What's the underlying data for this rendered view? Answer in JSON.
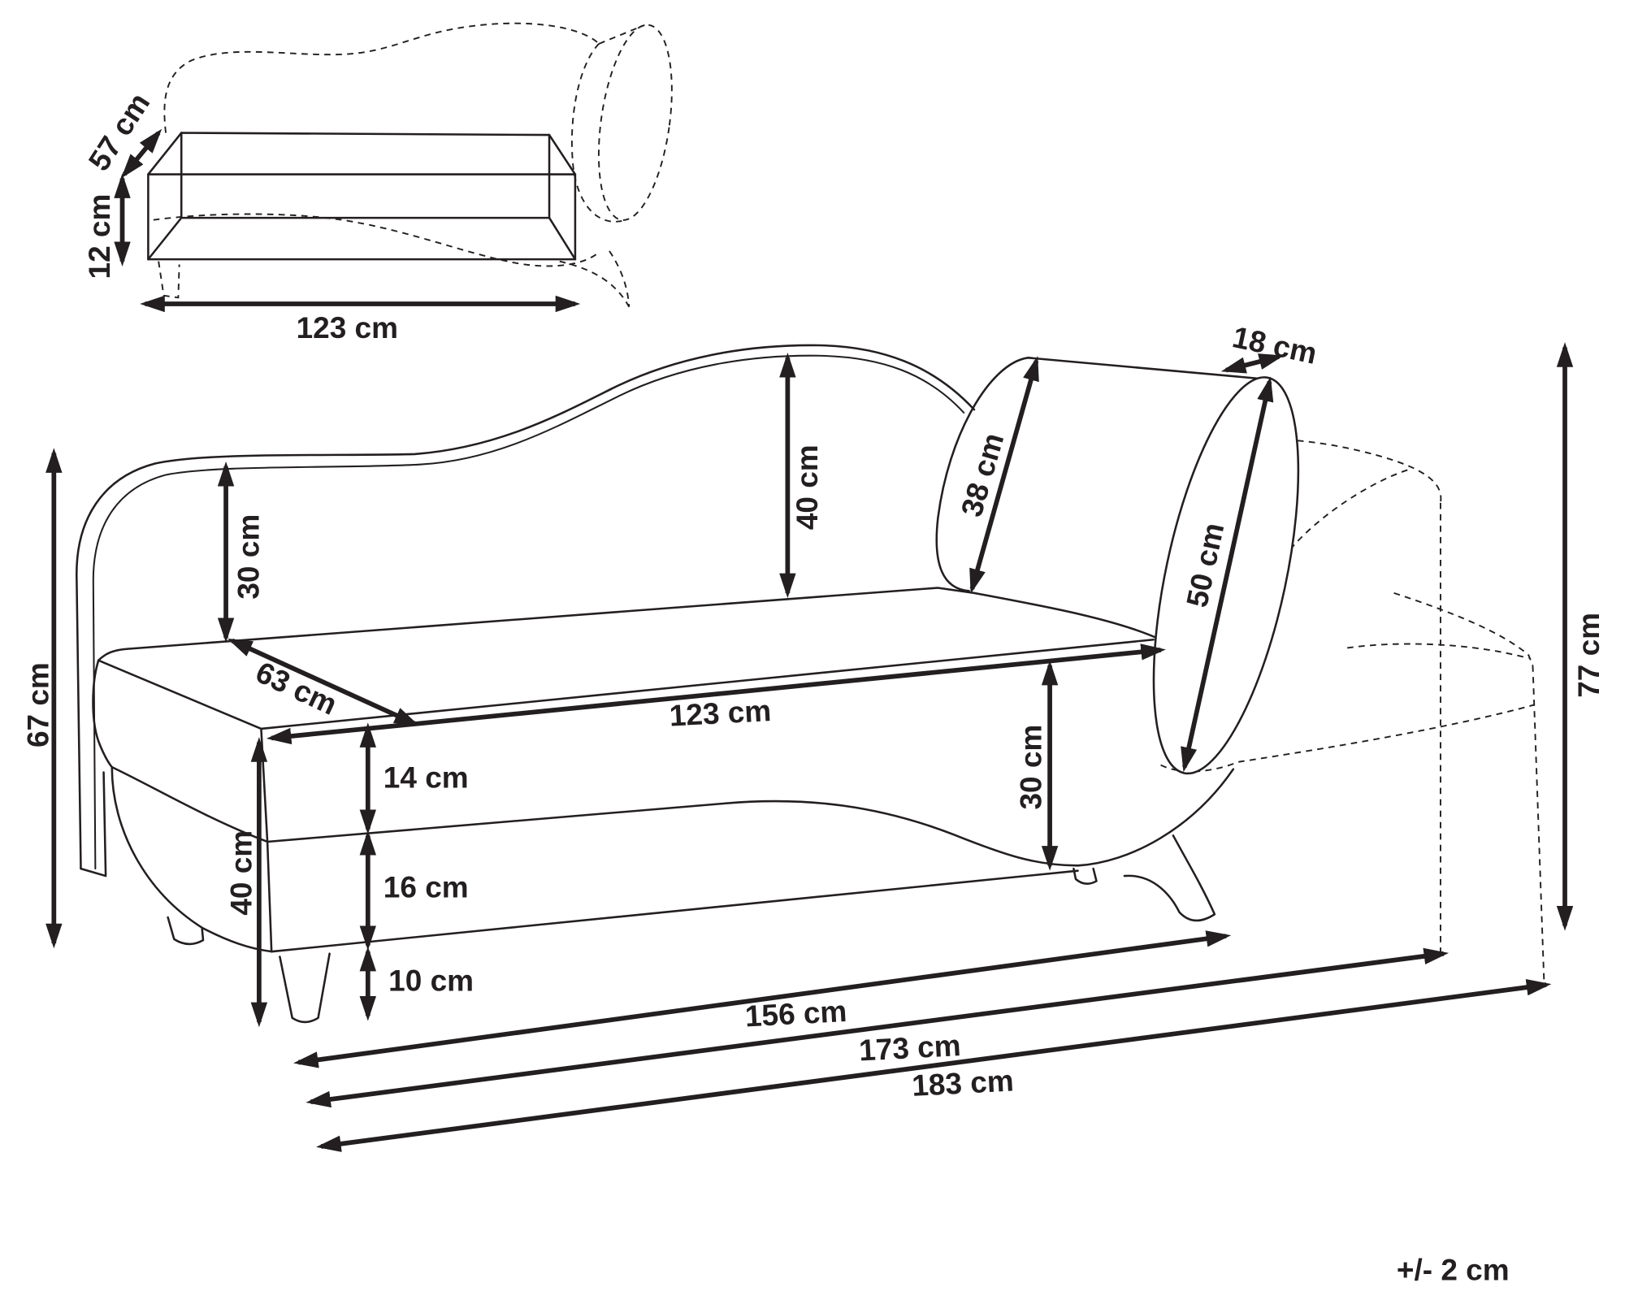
{
  "inset": {
    "depth": "57 cm",
    "height": "12 cm",
    "length": "123 cm"
  },
  "main": {
    "height_67": "67 cm",
    "arm_30": "30 cm",
    "back_40": "40 cm",
    "bolster_38": "38 cm",
    "bolster_18": "18 cm",
    "bolster_50": "50 cm",
    "height_77": "77 cm",
    "depth_63": "63 cm",
    "seat_123": "123 cm",
    "cushion_14": "14 cm",
    "side_30": "30 cm",
    "seat_40": "40 cm",
    "base_16": "16 cm",
    "leg_10": "10 cm",
    "length_156": "156 cm",
    "length_173": "173 cm",
    "length_183": "183 cm"
  },
  "tolerance": "+/- 2 cm",
  "colors": {
    "ink": "#231f20",
    "background": "#ffffff"
  }
}
